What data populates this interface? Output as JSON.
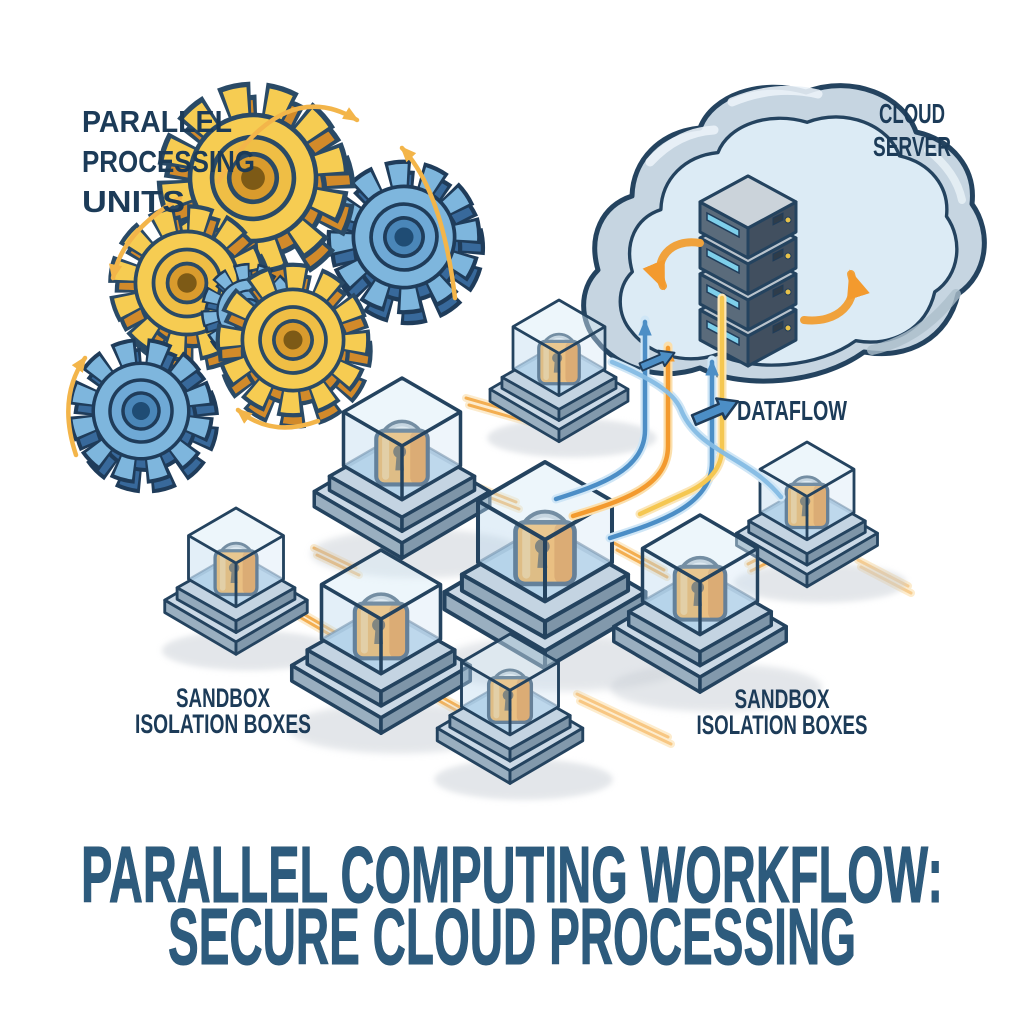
{
  "illustration": {
    "labels": {
      "processing_units": {
        "line1": "PARALLEL",
        "line2": "PROCESSING",
        "line3": "UNITS"
      },
      "cloud_server": {
        "line1": "CLOUD",
        "line2": "SERVER"
      },
      "dataflow": "DATAFLOW",
      "sandbox_left": {
        "line1": "SANDBOX",
        "line2": "ISOLATION BOXES"
      },
      "sandbox_right": {
        "line1": "SANDBOX",
        "line2": "ISOLATION BOXES"
      },
      "title": {
        "line1": "PARALLEL COMPUTING WORKFLOW:",
        "line2": "SECURE CLOUD PROCESSING"
      }
    },
    "colors": {
      "label_text": "#1C3B58",
      "title_text": "#2D5B7D",
      "outline_navy": "#24435F",
      "gear_yellow_face": "#F6CC52",
      "gear_yellow_side": "#D28A2A",
      "gear_blue_face": "#7EB6DD",
      "gear_blue_side": "#38699B",
      "arrow_orange": "#F39A2E",
      "arrow_blue": "#4C8EC6",
      "wire_blue": "#85BCE4",
      "wire_yellow": "#F5C751",
      "lock_orange": "#F7A93C",
      "lock_shackle_grey": "#B9C5CF",
      "glass_blue": "#CBE0F0",
      "platform_blue_grey": "#C4D4E2",
      "cloud_rim": "#C6D5E1",
      "cloud_inner": "#DCEBF5",
      "server_face_dark": "#5A6B7B",
      "server_slot_cyan": "#7ECFEA",
      "background": "#FFFFFF"
    },
    "counts": {
      "gears": 6,
      "sandbox_boxes": 8,
      "server_units": 4
    }
  }
}
